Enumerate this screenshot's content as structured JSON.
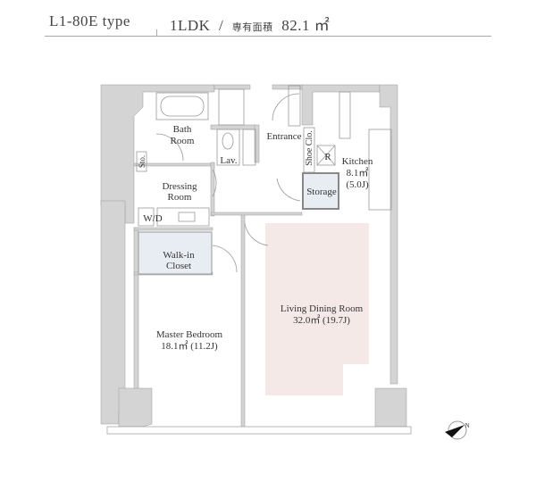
{
  "header": {
    "type_label": "L1-80E type",
    "layout": "1LDK",
    "separator": "/",
    "area_label": "専有面積",
    "area_value": "82.1 ㎡"
  },
  "rooms": {
    "bath": [
      "Bath",
      "Room"
    ],
    "storage_small": "Sto.",
    "lavatory": "Lav.",
    "entrance": "Entrance",
    "shoe_closet": "Shoe Clo.",
    "refrigerator": "R",
    "kitchen": [
      "Kitchen",
      "8.1㎡",
      "(5.0J)"
    ],
    "dressing": [
      "Dressing",
      "Room"
    ],
    "storage": "Storage",
    "washer_dryer": "W/D",
    "walk_in_closet": [
      "Walk-in",
      "Closet"
    ],
    "living": [
      "Living Dining Room",
      "32.0㎡  (19.7J)"
    ],
    "master_bedroom": [
      "Master Bedroom",
      "18.1㎡  (11.2J)"
    ]
  },
  "colors": {
    "wall": "#d4d4d4",
    "living": "#f5e9e8",
    "storage": "#e8edf3"
  },
  "compass": "N"
}
